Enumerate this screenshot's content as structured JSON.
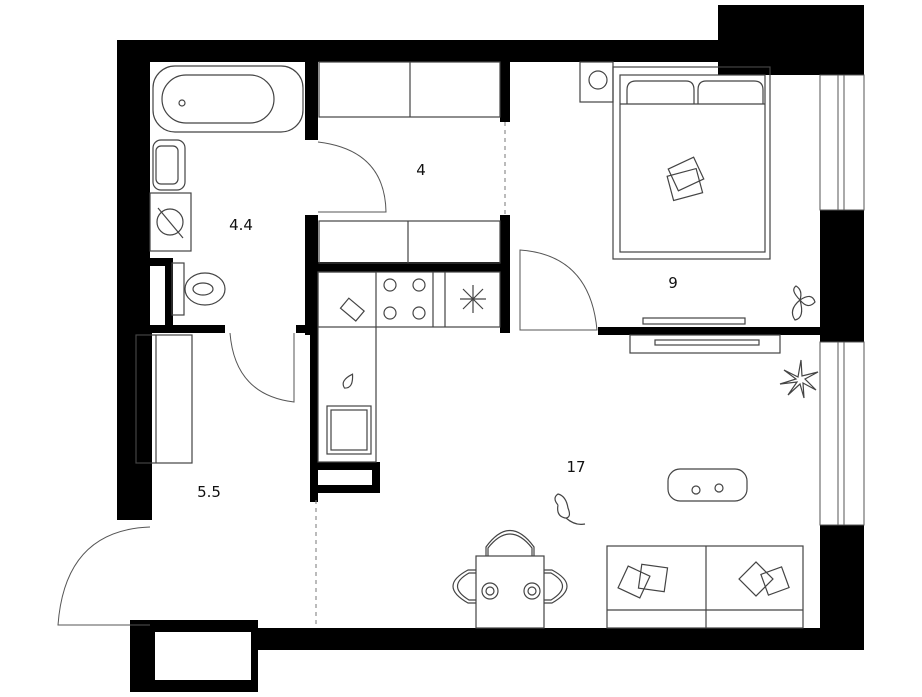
{
  "rooms": [
    {
      "id": "bathroom",
      "area": "4.4"
    },
    {
      "id": "corridor",
      "area": "4"
    },
    {
      "id": "bedroom",
      "area": "9"
    },
    {
      "id": "hall",
      "area": "5.5"
    },
    {
      "id": "living-kitchen",
      "area": "17"
    }
  ],
  "colors": {
    "wall": "#000000",
    "line": "#444444",
    "background": "#ffffff"
  }
}
